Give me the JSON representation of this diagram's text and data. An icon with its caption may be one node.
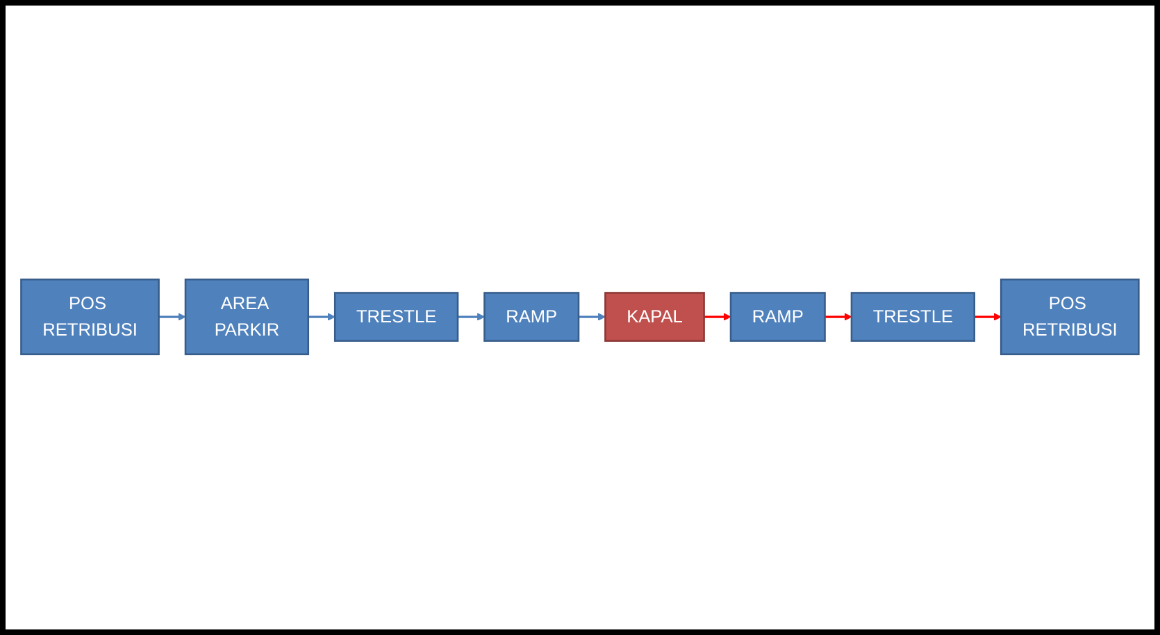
{
  "diagram": {
    "nodes": [
      {
        "text": [
          "POS RETRIBUSI"
        ]
      },
      {
        "text": [
          "AREA PARKIR"
        ]
      },
      {
        "text": [
          "TRESTLE"
        ]
      },
      {
        "text": [
          "RAMP"
        ]
      },
      {
        "text": [
          "KAPAL"
        ]
      },
      {
        "text": [
          "RAMP"
        ]
      },
      {
        "text": [
          "TRESTLE"
        ]
      },
      {
        "text": [
          "POS RETRIBUSI"
        ]
      }
    ],
    "edges": [
      {
        "from": 0,
        "to": 1,
        "arrow": "to"
      },
      {
        "from": 1,
        "to": 2,
        "arrow": "to"
      },
      {
        "from": 2,
        "to": 3,
        "arrow": "to"
      },
      {
        "from": 3,
        "to": 4,
        "arrow": "to"
      },
      {
        "from": 4,
        "to": 5,
        "arrow": "to",
        "color": "#ff0000"
      },
      {
        "from": 5,
        "to": 6,
        "arrow": "to",
        "color": "#ff0000"
      },
      {
        "from": 6,
        "to": 7,
        "arrow": "to",
        "color": "#ff0000"
      }
    ]
  }
}
